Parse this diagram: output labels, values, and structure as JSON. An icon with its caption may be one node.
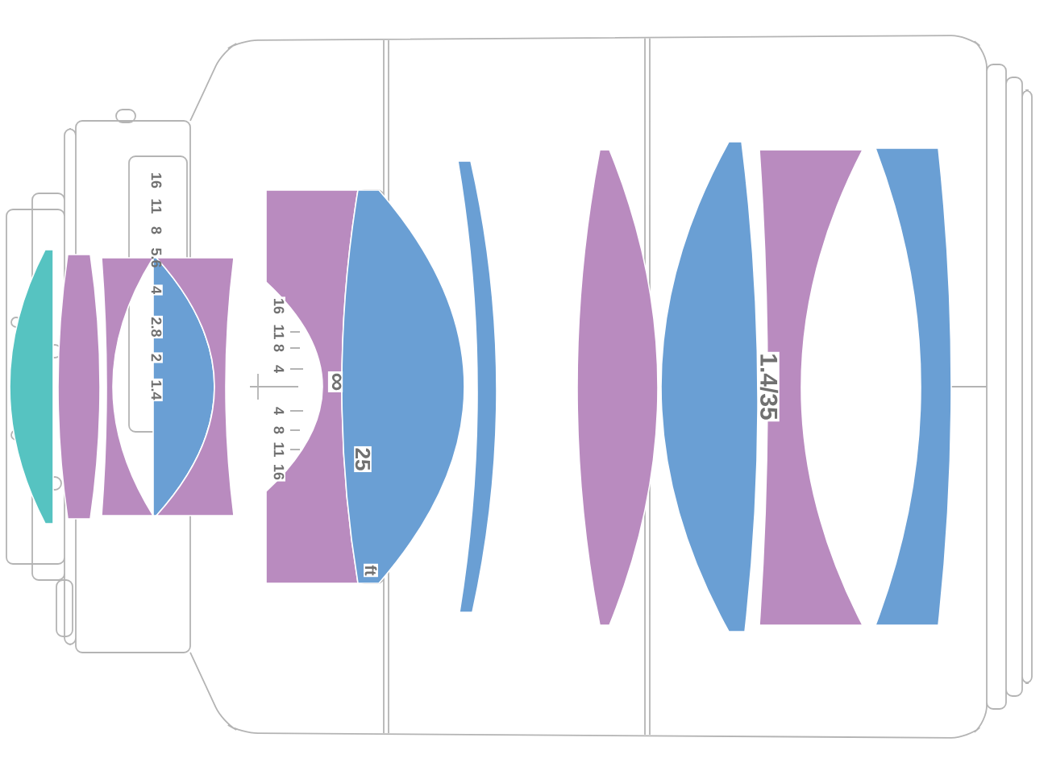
{
  "diagram": {
    "labels": [
      "16",
      "11",
      "8",
      "5.6",
      "4",
      "2.8",
      "2",
      "1.4",
      "16",
      "11",
      "8",
      "4",
      "4",
      "8",
      "11",
      "16",
      "∞",
      "25",
      "ft",
      "1.4/35"
    ]
  }
}
